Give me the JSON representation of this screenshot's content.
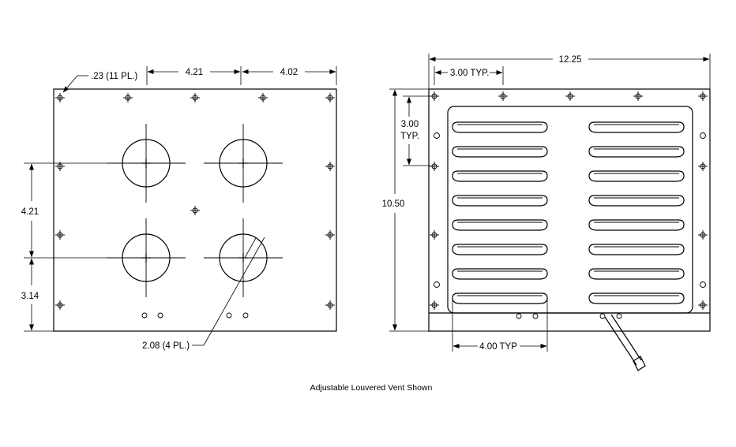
{
  "left_view": {
    "dims": {
      "hole_dia": ".23 (11 PL.)",
      "width_a": "4.21",
      "width_b": "4.02",
      "height_mid": "4.21",
      "height_low": "3.14",
      "bore_dia": "2.08 (4 PL.)"
    }
  },
  "right_view": {
    "dims": {
      "overall_width": "12.25",
      "hole_spacing_h": "3.00 TYP.",
      "hole_spacing_v_line1": "3.00",
      "hole_spacing_v_line2": "TYP.",
      "overall_height": "10.50",
      "louver_width": "4.00 TYP"
    }
  },
  "caption": "Adjustable Louvered Vent Shown"
}
